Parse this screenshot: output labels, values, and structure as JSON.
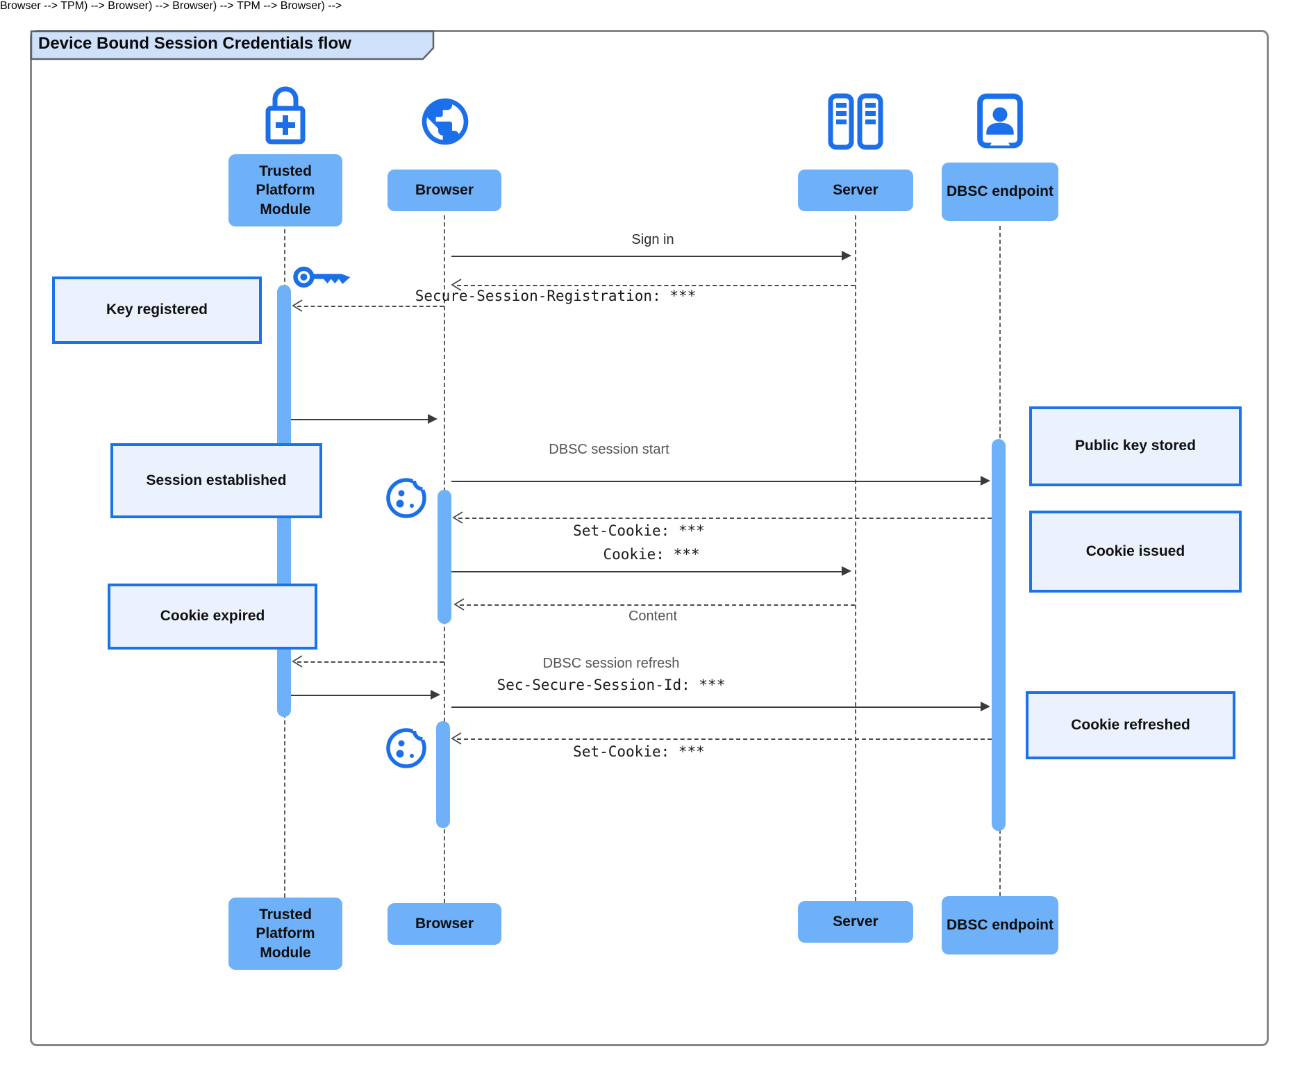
{
  "title": "Device Bound Session Credentials flow",
  "actors": {
    "tpm": {
      "label": "Trusted Platform Module",
      "icon": "lock-plus-icon"
    },
    "browser": {
      "label": "Browser",
      "icon": "globe-icon"
    },
    "server": {
      "label": "Server",
      "icon": "server-racks-icon"
    },
    "dbsc": {
      "label": "DBSC endpoint",
      "icon": "account-box-icon"
    }
  },
  "notes": {
    "key_registered": "Key registered",
    "session_established": "Session established",
    "cookie_expired": "Cookie expired",
    "public_key_stored": "Public key stored",
    "cookie_issued": "Cookie issued",
    "cookie_refreshed": "Cookie refreshed"
  },
  "messages": {
    "sign_in": "Sign in",
    "registration": "Secure-Session-Registration: ***",
    "session_start": "DBSC session start",
    "set_cookie_1": "Set-Cookie: ***",
    "cookie": "Cookie: ***",
    "content": "Content",
    "session_refresh": "DBSC session refresh",
    "session_id": "Sec-Secure-Session-Id: ***",
    "set_cookie_2": "Set-Cookie: ***"
  },
  "decor_icons": [
    "key-icon",
    "cookie-icon",
    "cookie-icon"
  ],
  "colors": {
    "accent": "#1b6fe8",
    "actor_fill": "#6fb1f8",
    "note_fill": "#ebf2fd",
    "note_border": "#1a73e8",
    "title_fill": "#cfe0fa",
    "frame_border": "#878787",
    "arrow": "#3a3a3a",
    "muted_text": "#545454"
  }
}
